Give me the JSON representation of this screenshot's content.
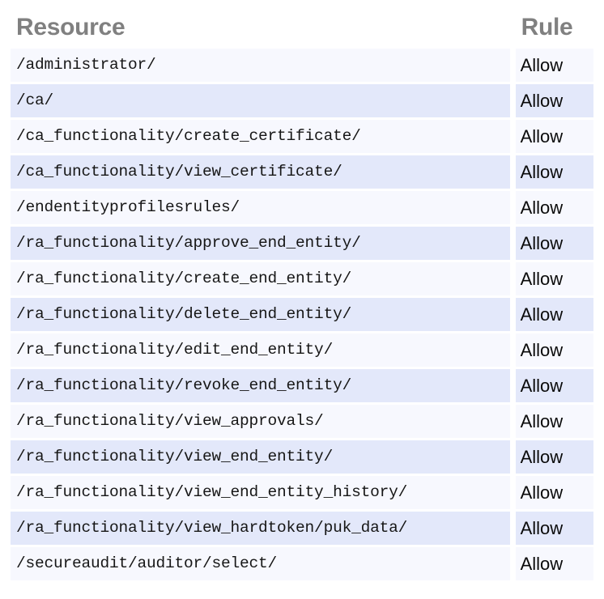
{
  "table": {
    "columns": [
      {
        "key": "resource",
        "label": "Resource"
      },
      {
        "key": "rule",
        "label": "Rule"
      }
    ],
    "rows": [
      {
        "resource": "/administrator/",
        "rule": "Allow"
      },
      {
        "resource": "/ca/",
        "rule": "Allow"
      },
      {
        "resource": "/ca_functionality/create_certificate/",
        "rule": "Allow"
      },
      {
        "resource": "/ca_functionality/view_certificate/",
        "rule": "Allow"
      },
      {
        "resource": "/endentityprofilesrules/",
        "rule": "Allow"
      },
      {
        "resource": "/ra_functionality/approve_end_entity/",
        "rule": "Allow"
      },
      {
        "resource": "/ra_functionality/create_end_entity/",
        "rule": "Allow"
      },
      {
        "resource": "/ra_functionality/delete_end_entity/",
        "rule": "Allow"
      },
      {
        "resource": "/ra_functionality/edit_end_entity/",
        "rule": "Allow"
      },
      {
        "resource": "/ra_functionality/revoke_end_entity/",
        "rule": "Allow"
      },
      {
        "resource": "/ra_functionality/view_approvals/",
        "rule": "Allow"
      },
      {
        "resource": "/ra_functionality/view_end_entity/",
        "rule": "Allow"
      },
      {
        "resource": "/ra_functionality/view_end_entity_history/",
        "rule": "Allow"
      },
      {
        "resource": "/ra_functionality/view_hardtoken/puk_data/",
        "rule": "Allow"
      },
      {
        "resource": "/secureaudit/auditor/select/",
        "rule": "Allow"
      }
    ]
  },
  "colors": {
    "header_text": "#808080",
    "row_odd_background": "#f7f8fe",
    "row_even_background": "#e3e8fa",
    "body_text": "#161616",
    "page_background": "#ffffff"
  }
}
